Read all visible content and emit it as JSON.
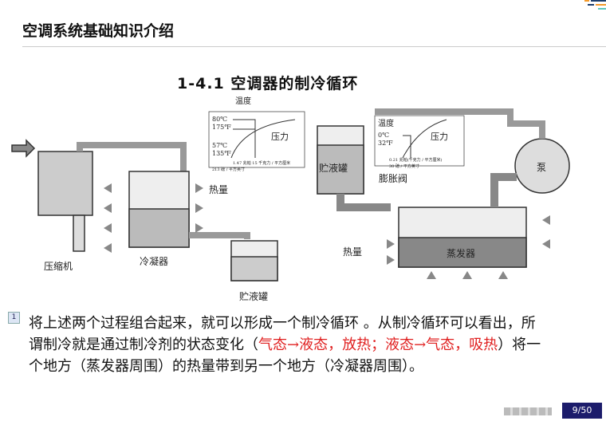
{
  "header": {
    "title": "空调系统基础知识介绍"
  },
  "subtitle": "1-4.1   空调器的制冷循环",
  "diagram_left": {
    "chart_temp": "温度",
    "t1c": "80℃",
    "t1f": "175℉",
    "t2c": "57℃",
    "t2f": "135℉",
    "pressure": "压力",
    "p1": "1.47 兆帕 15 千克力 / 平方厘米",
    "p2": "213 磅 / 平方英寸",
    "heat": "热量",
    "compressor": "压缩机",
    "condenser": "冷凝器",
    "receiver": "贮液罐"
  },
  "diagram_right": {
    "receiver": "贮液罐",
    "chart_temp": "温度",
    "tc": "0℃",
    "tf": "32℉",
    "pressure": "压力",
    "p1": "0.21 兆帕(千克力 / 平方厘米)",
    "p2": "30 磅 / 平方英寸",
    "valve": "膨胀阀",
    "pump": "泵",
    "heat": "热量",
    "evaporator": "蒸发器"
  },
  "body": {
    "marker": "1",
    "t1": "将上述两个过程组合起来，就可以形成一个制冷循环 。从制冷循环可以看出，所谓制冷就是通过制冷剂的状态变化（",
    "r1": "气态→液态，放热；液态→气态，吸热",
    "t2": "）将一个地方（蒸发器周围）的热量带到另一个地方（冷凝器周围）。"
  },
  "footer": {
    "page": "9/50"
  },
  "colors": {
    "page_badge": "#1c1c6b",
    "highlight": "#e02020"
  }
}
